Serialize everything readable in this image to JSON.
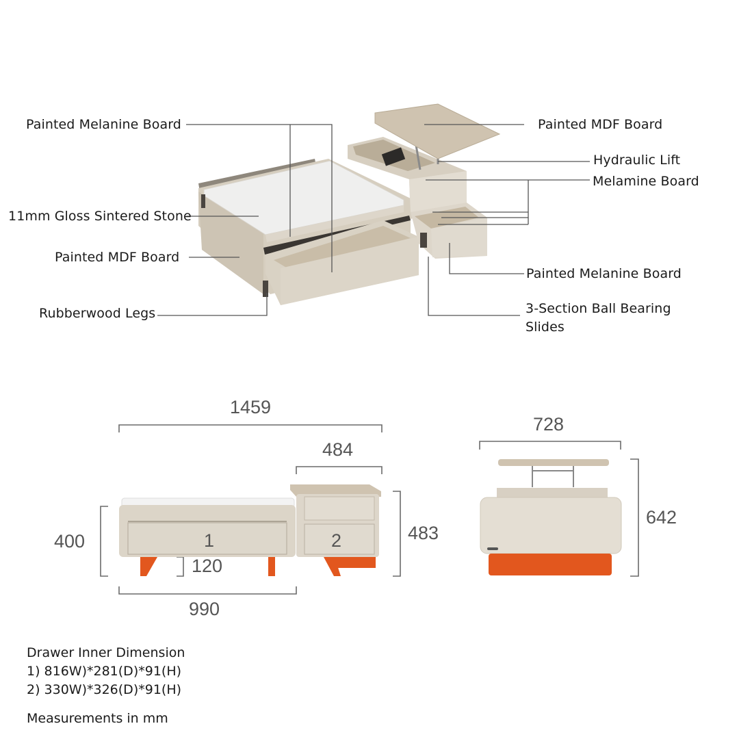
{
  "callouts": {
    "left": [
      {
        "id": "painted-melanine-top",
        "label": "Painted Melanine Board"
      },
      {
        "id": "gloss-sintered-stone",
        "label": "11mm Gloss Sintered Stone"
      },
      {
        "id": "painted-mdf-side",
        "label": "Painted MDF Board"
      },
      {
        "id": "rubberwood-legs",
        "label": "Rubberwood Legs"
      }
    ],
    "right": [
      {
        "id": "painted-mdf-lid",
        "label": "Painted MDF Board"
      },
      {
        "id": "hydraulic-lift",
        "label": "Hydraulic Lift"
      },
      {
        "id": "melamine-board",
        "label": "Melamine Board"
      },
      {
        "id": "painted-melanine-drawer",
        "label": "Painted Melanine Board"
      },
      {
        "id": "ball-bearing-slides",
        "label": "3-Section Ball Bearing Slides",
        "line1": "3-Section Ball Bearing",
        "line2": "Slides"
      }
    ]
  },
  "dimensions": {
    "front_view": {
      "total_width": "1459",
      "side_unit_width": "484",
      "main_width": "990",
      "main_height": "400",
      "side_height": "483",
      "leg_height": "120",
      "drawer_1": "1",
      "drawer_2": "2"
    },
    "side_view": {
      "width": "728",
      "lifted_height": "642"
    }
  },
  "notes": {
    "title": "Drawer Inner Dimension",
    "items": [
      "1) 816W)*281(D)*91(H)",
      "2) 330W)*326(D)*91(H)"
    ],
    "footer": "Measurements in mm"
  },
  "colors": {
    "body": "#d9d2c5",
    "stone": "#eeeeec",
    "lid": "#cfc3b0",
    "legs": "#e2571e",
    "lines": "#444444",
    "dim_text": "#555555"
  }
}
